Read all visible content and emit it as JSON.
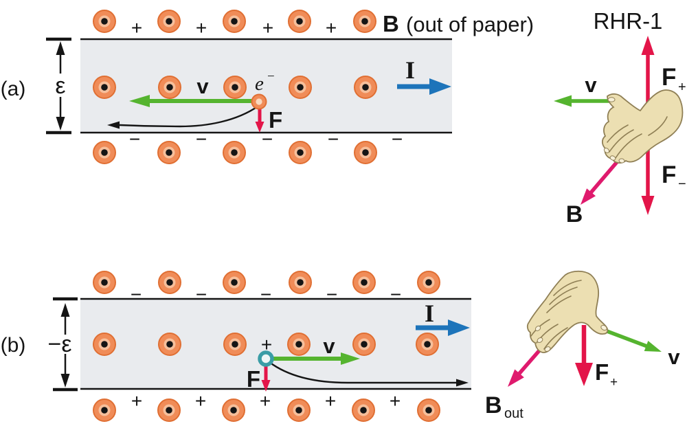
{
  "figure": {
    "colors": {
      "background": "#ffffff",
      "ink": "#151515",
      "strip": "#e9ebee",
      "field-orange": "#f08c58",
      "field-orange-dark": "#e06f33",
      "field-orange-light": "#f6bf9b",
      "arrow-green": "#55b42f",
      "arrow-blue": "#1d74ba",
      "arrow-red": "#e31549",
      "arrow-magenta": "#df1a6d",
      "charge-teal": "#3a9da6",
      "hand-fill": "#ecdfb2",
      "hand-outline": "#8f7f55",
      "nail": "#f7f0d9"
    }
  },
  "panel_a": {
    "label": "(a)",
    "emf": "ε",
    "plus": "+",
    "minus": "−",
    "b_bold": "B",
    "b_rest": "(out of paper)",
    "current": "I",
    "velocity": "v",
    "force": "F",
    "electron_base": "e",
    "electron_sup": "−"
  },
  "rhr1": {
    "title": "RHR-1",
    "velocity": "v",
    "force_plus_base": "F",
    "force_plus_sub": "+",
    "force_minus_base": "F",
    "force_minus_sub": "−",
    "b_field": "B"
  },
  "panel_b": {
    "label": "(b)",
    "emf": "−ε",
    "minus": "−",
    "plus": "+",
    "charge_sign": "+",
    "velocity": "v",
    "force": "F",
    "current": "I",
    "hand": {
      "b_base": "B",
      "b_sub": "out",
      "force_base": "F",
      "force_sub": "+",
      "velocity": "v"
    }
  }
}
